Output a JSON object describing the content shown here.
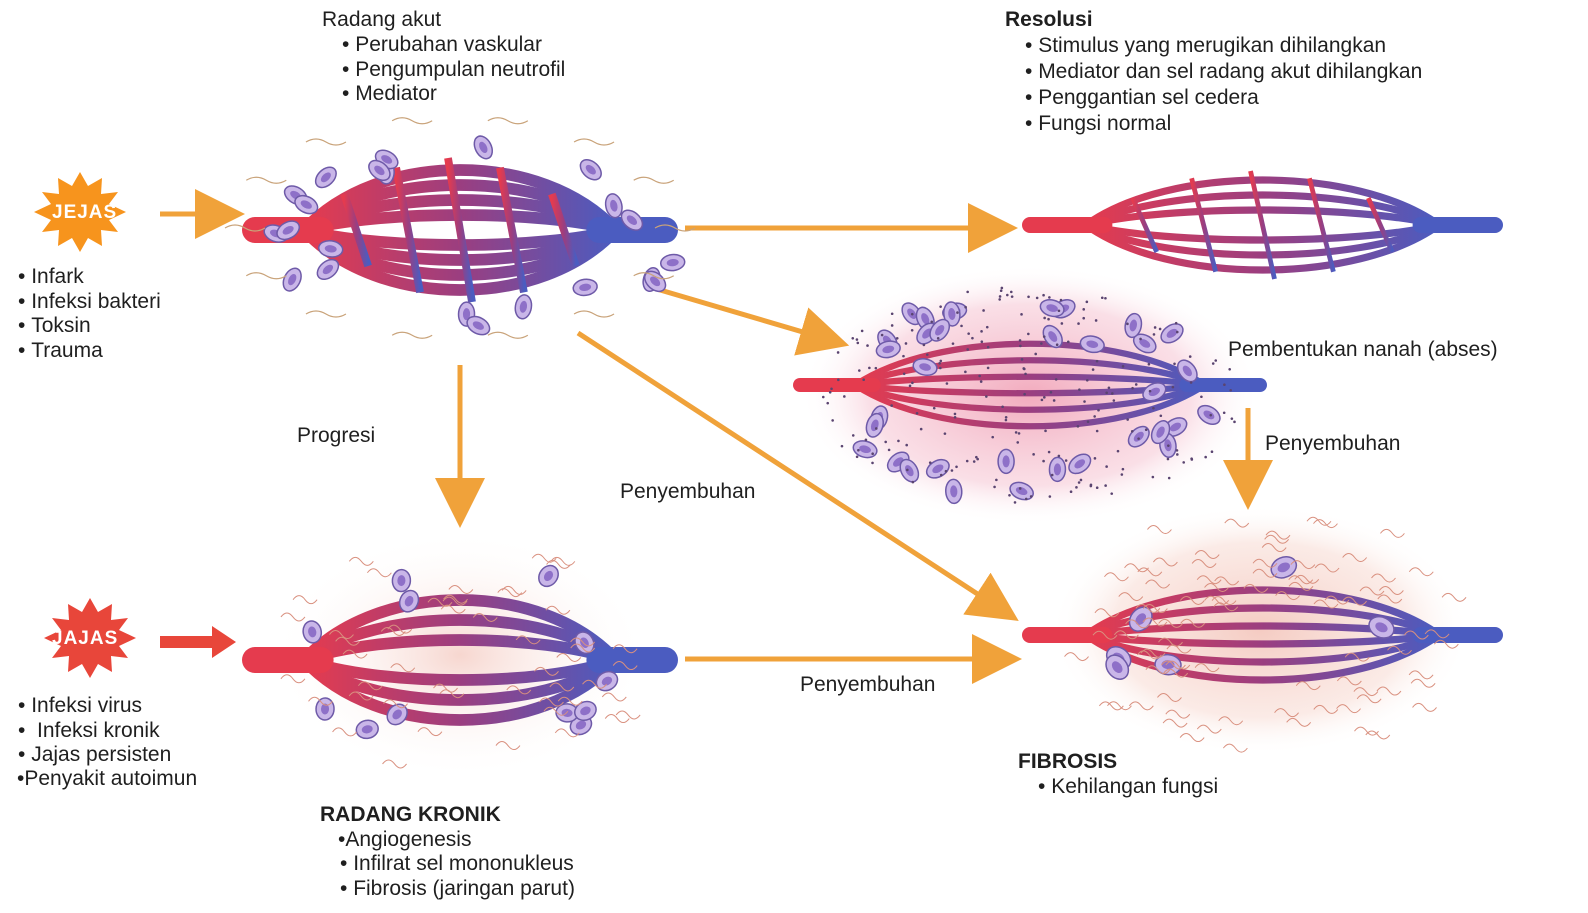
{
  "colors": {
    "arrow": "#F0A23A",
    "artery": "#E53B4E",
    "vein": "#4B5CC0",
    "cell_fill": "#C9B6E8",
    "cell_nucleus": "#8E70C8",
    "star_orange": "#F7941D",
    "star_red": "#E8463A",
    "pus_glow": "#F2B7C8",
    "fibrosis_glow": "#F3C8BE"
  },
  "icons": [
    "burst-star-icon"
  ],
  "acute": {
    "title": "Radang akut",
    "bullets": [
      "Perubahan vaskular",
      "Pengumpulan neutrofil",
      "Mediator"
    ]
  },
  "injury1": {
    "badge": "JEJAS",
    "causes": [
      "Infark",
      "Infeksi bakteri",
      "Toksin",
      "Trauma"
    ]
  },
  "injury2": {
    "badge": "JAJAS",
    "causes": [
      "Infeksi virus",
      " Infeksi kronik",
      "Jajas persisten"
    ],
    "last_cause": "Penyakit autoimun"
  },
  "resolution": {
    "title": "Resolusi",
    "bullets": [
      "Stimulus yang merugikan dihilangkan",
      "Mediator dan sel radang akut dihilangkan",
      "Penggantian sel cedera",
      "Fungsi normal"
    ]
  },
  "abscess": {
    "title": "Pembentukan nanah (abses)"
  },
  "chronic": {
    "title": "RADANG KRONIK",
    "first_bullet": "Angiogenesis",
    "bullets": [
      "Infilrat sel mononukleus",
      "Fibrosis (jaringan parut)"
    ]
  },
  "fibrosis": {
    "title": "FIBROSIS",
    "bullets": [
      "Kehilangan fungsi"
    ]
  },
  "arrows": {
    "progresi": "Progresi",
    "healing_diagonal": "Penyembuhan",
    "healing_abscess": "Penyembuhan",
    "healing_chronic": "Penyembuhan"
  }
}
